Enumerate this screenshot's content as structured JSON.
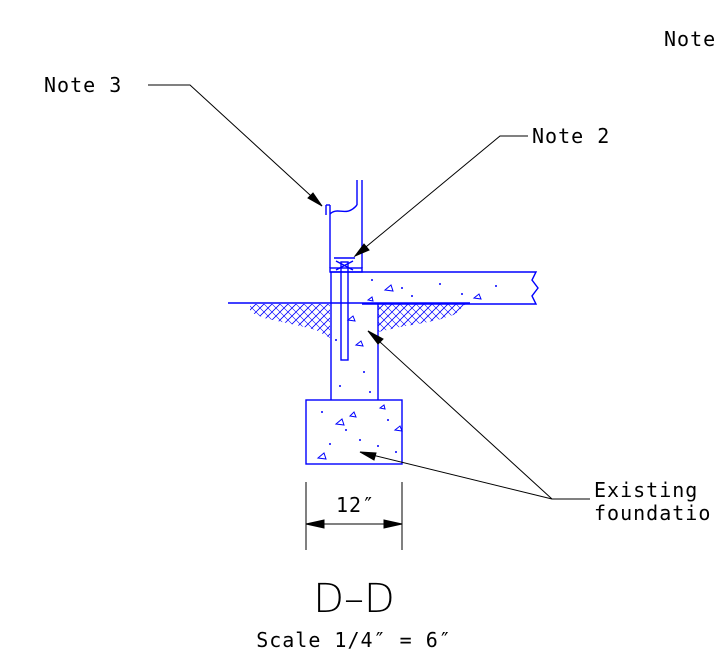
{
  "colors": {
    "structure": "#0000ff",
    "annotation": "#000000",
    "background": "#ffffff"
  },
  "labels": {
    "note_top_right": "Note",
    "note_3": "Note 3",
    "note_2": "Note 2",
    "existing_line1": "Existing",
    "existing_line2": "foundatio",
    "dimension": "12″",
    "section_title": "D–D",
    "scale": "Scale 1/4″ = 6″"
  }
}
